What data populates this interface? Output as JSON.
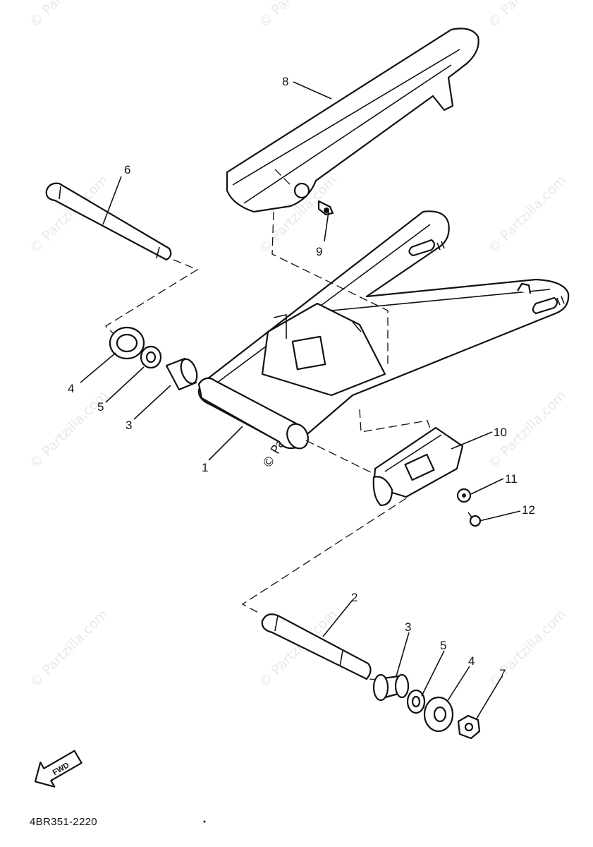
{
  "watermark": "© Partzilla.com",
  "diagram_code": "4BR351-2220",
  "fwd_label": "FWD",
  "callouts": [
    {
      "id": "c8a",
      "label": "8"
    },
    {
      "id": "c6",
      "label": "6"
    },
    {
      "id": "c9",
      "label": "9"
    },
    {
      "id": "c4a",
      "label": "4"
    },
    {
      "id": "c5a",
      "label": "5"
    },
    {
      "id": "c3a",
      "label": "3"
    },
    {
      "id": "c1",
      "label": "1"
    },
    {
      "id": "c10",
      "label": "10"
    },
    {
      "id": "c11",
      "label": "11"
    },
    {
      "id": "c12",
      "label": "12"
    },
    {
      "id": "c2",
      "label": "2"
    },
    {
      "id": "c3b",
      "label": "3"
    },
    {
      "id": "c5b",
      "label": "5"
    },
    {
      "id": "c4b",
      "label": "4"
    },
    {
      "id": "c7",
      "label": "7"
    }
  ]
}
